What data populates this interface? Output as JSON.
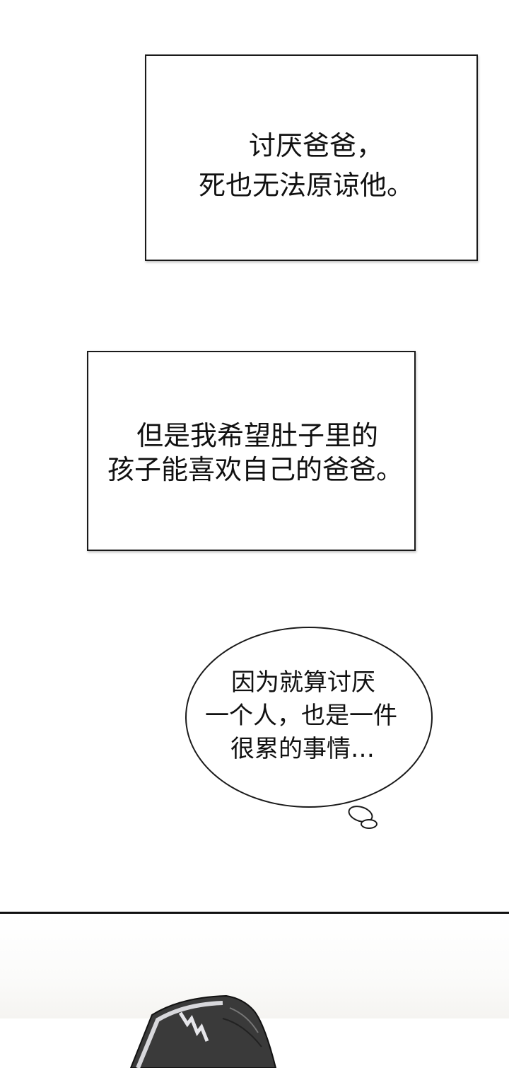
{
  "panels": [
    {
      "type": "caption-box",
      "lines": [
        "讨厌爸爸，",
        "死也无法原谅他。"
      ]
    },
    {
      "type": "caption-box",
      "lines": [
        "但是我希望肚子里的",
        "孩子能喜欢自己的爸爸。"
      ]
    },
    {
      "type": "thought-bubble",
      "lines": [
        "因为就算讨厌",
        "一个人，也是一件",
        "很累的事情…"
      ]
    }
  ],
  "scene": {
    "divider_color": "#111111",
    "hair_color": "#3a3a3a"
  }
}
